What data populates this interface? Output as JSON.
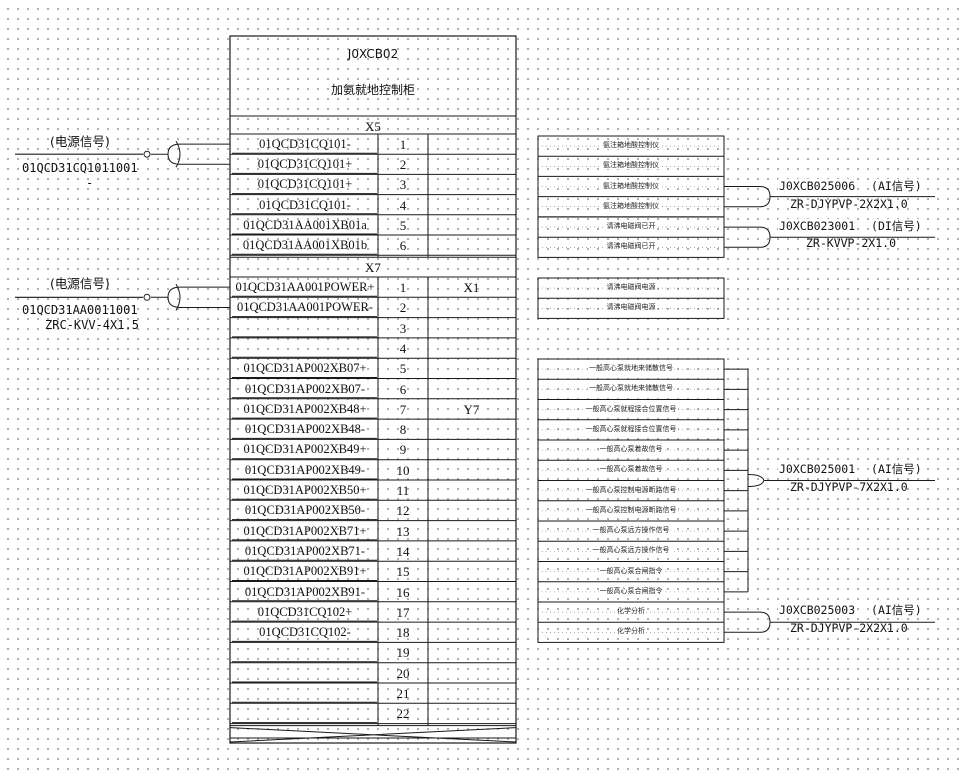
{
  "cabinet": {
    "code": "J0XCB02",
    "name": "加氨就地控制柜"
  },
  "sections": [
    {
      "name": "X5"
    },
    {
      "name": "X7"
    }
  ],
  "x5_rows": [
    {
      "label": "01QCD31CQ101-",
      "num": "1",
      "aux": ""
    },
    {
      "label": "01QCD31CQ101+",
      "num": "2",
      "aux": ""
    },
    {
      "label": "01QCD31CQ101+",
      "num": "3",
      "aux": ""
    },
    {
      "label": "01QCD31CQ101-",
      "num": "4",
      "aux": ""
    },
    {
      "label": "01QCD31AA001XB01a",
      "num": "5",
      "aux": ""
    },
    {
      "label": "01QCD31AA001XB01b",
      "num": "6",
      "aux": ""
    }
  ],
  "x7_rows": [
    {
      "label": "01QCD31AA001POWER+",
      "num": "1",
      "aux": "X1"
    },
    {
      "label": "01QCD31AA001POWER-",
      "num": "2",
      "aux": ""
    },
    {
      "label": "",
      "num": "3",
      "aux": ""
    },
    {
      "label": "",
      "num": "4",
      "aux": ""
    },
    {
      "label": "01QCD31AP002XB07+",
      "num": "5",
      "aux": ""
    },
    {
      "label": "01QCD31AP002XB07-",
      "num": "6",
      "aux": ""
    },
    {
      "label": "01QCD31AP002XB48+",
      "num": "7",
      "aux": "Y7"
    },
    {
      "label": "01QCD31AP002XB48-",
      "num": "8",
      "aux": ""
    },
    {
      "label": "01QCD31AP002XB49+",
      "num": "9",
      "aux": ""
    },
    {
      "label": "01QCD31AP002XB49-",
      "num": "10",
      "aux": ""
    },
    {
      "label": "01QCD31AP002XB50+",
      "num": "11",
      "aux": ""
    },
    {
      "label": "01QCD31AP002XB50-",
      "num": "12",
      "aux": ""
    },
    {
      "label": "01QCD31AP002XB71+",
      "num": "13",
      "aux": ""
    },
    {
      "label": "01QCD31AP002XB71-",
      "num": "14",
      "aux": ""
    },
    {
      "label": "01QCD31AP002XB91+",
      "num": "15",
      "aux": ""
    },
    {
      "label": "01QCD31AP002XB91-",
      "num": "16",
      "aux": ""
    },
    {
      "label": "01QCD31CQ102+",
      "num": "17",
      "aux": ""
    },
    {
      "label": "01QCD31CQ102-",
      "num": "18",
      "aux": ""
    },
    {
      "label": "",
      "num": "19",
      "aux": ""
    },
    {
      "label": "",
      "num": "20",
      "aux": ""
    },
    {
      "label": "",
      "num": "21",
      "aux": ""
    },
    {
      "label": "",
      "num": "22",
      "aux": ""
    }
  ],
  "right_groups": [
    {
      "labels": [
        "氨注箱地酸控制仪",
        "氨注箱地酸控制仪",
        "氨注箱地酸控制仪",
        "氨注箱地酸控制仪"
      ]
    },
    {
      "labels": [
        "请沸电磁阀已开",
        "请沸电磁阀已开"
      ]
    },
    {
      "labels": [
        "请沸电磁阀电源",
        "请沸电磁阀电源"
      ]
    },
    {
      "labels": [
        "一般高心泵就地来储散信号",
        "一般高心泵就地来储散信号",
        "一般高心泵就程接合位置信号",
        "一般高心泵就程接合位置信号",
        "一般高心泵着故信号",
        "一般高心泵着故信号",
        "一般高心泵控制电源断路信号",
        "一般高心泵控制电源断路信号",
        "一般高心泵远方操作信号",
        "一般高心泵远方操作信号",
        "一般高心泵合闸指令",
        "一般高心泵合闸指令"
      ]
    },
    {
      "labels": [
        "化学分析",
        "化学分析"
      ]
    }
  ],
  "left_cables": [
    {
      "title": "(电源信号)",
      "code": "01QCD31CQ1011001",
      "spec": "-"
    },
    {
      "title": "(电源信号)",
      "code": "01QCD31AA0011001",
      "spec": "ZRC-KVV-4X1.5"
    }
  ],
  "right_cables": [
    {
      "code": "J0XCB025006",
      "type": "(AI信号)",
      "spec": "ZR-DJYPVP-2X2X1.0"
    },
    {
      "code": "J0XCB023001",
      "type": "(DI信号)",
      "spec": "ZR-KVVP-2X1.0"
    },
    {
      "code": "J0XCB025001",
      "type": "(AI信号)",
      "spec": "ZR-DJYPVP-7X2X1.0"
    },
    {
      "code": "J0XCB025003",
      "type": "(AI信号)",
      "spec": "ZR-DJYPVP-2X2X1.0"
    }
  ],
  "colors": {
    "line": "#1a1a1a",
    "dot": "#9a9a9a",
    "background": "#ffffff"
  }
}
